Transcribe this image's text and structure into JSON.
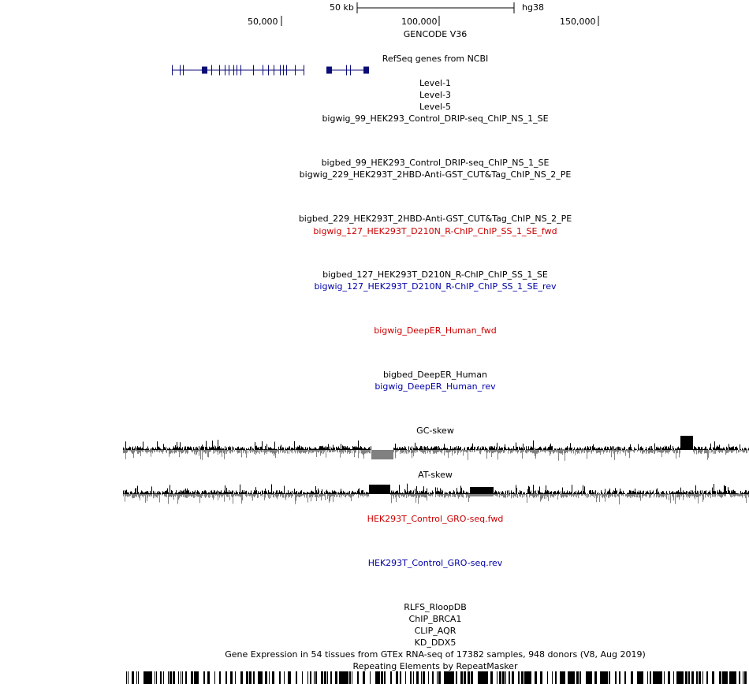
{
  "browser": {
    "assembly": "hg38",
    "scale_label": "50 kb",
    "ticks": [
      "50,000",
      "100,000",
      "150,000"
    ]
  },
  "tracks": {
    "gencode": "GENCODE V36",
    "refseq": "RefSeq genes from NCBI",
    "level1": "Level-1",
    "level3": "Level-3",
    "level5": "Level-5",
    "t1": "bigwig_99_HEK293_Control_DRIP-seq_ChIP_NS_1_SE",
    "t2": "bigbed_99_HEK293_Control_DRIP-seq_ChIP_NS_1_SE",
    "t3": "bigwig_229_HEK293T_2HBD-Anti-GST_CUT&Tag_ChIP_NS_2_PE",
    "t4": "bigbed_229_HEK293T_2HBD-Anti-GST_CUT&Tag_ChIP_NS_2_PE",
    "t5": "bigwig_127_HEK293T_D210N_R-ChIP_ChIP_SS_1_SE_fwd",
    "t6": "bigbed_127_HEK293T_D210N_R-ChIP_ChIP_SS_1_SE",
    "t7": "bigwig_127_HEK293T_D210N_R-ChIP_ChIP_SS_1_SE_rev",
    "t8": "bigwig_DeepER_Human_fwd",
    "t9": "bigbed_DeepER_Human",
    "t10": "bigwig_DeepER_Human_rev",
    "gc": "GC-skew",
    "at": "AT-skew",
    "gro_fwd": "HEK293T_Control_GRO-seq.fwd",
    "gro_rev": "HEK293T_Control_GRO-seq.rev",
    "rlfs": "RLFS_RloopDB",
    "brca1": "ChIP_BRCA1",
    "aqr": "CLIP_AQR",
    "ddx5": "KD_DDX5",
    "gtex": "Gene Expression in 54 tissues from GTEx RNA-seq of 17382 samples, 948 donors (V8, Aug 2019)",
    "rmsk": "Repeating Elements by RepeatMasker"
  },
  "colors": {
    "fwd": "#cc0000",
    "rev": "#0000aa",
    "gene": "#0c0c78",
    "skew_pos": "#000000",
    "skew_neg": "#808080"
  }
}
